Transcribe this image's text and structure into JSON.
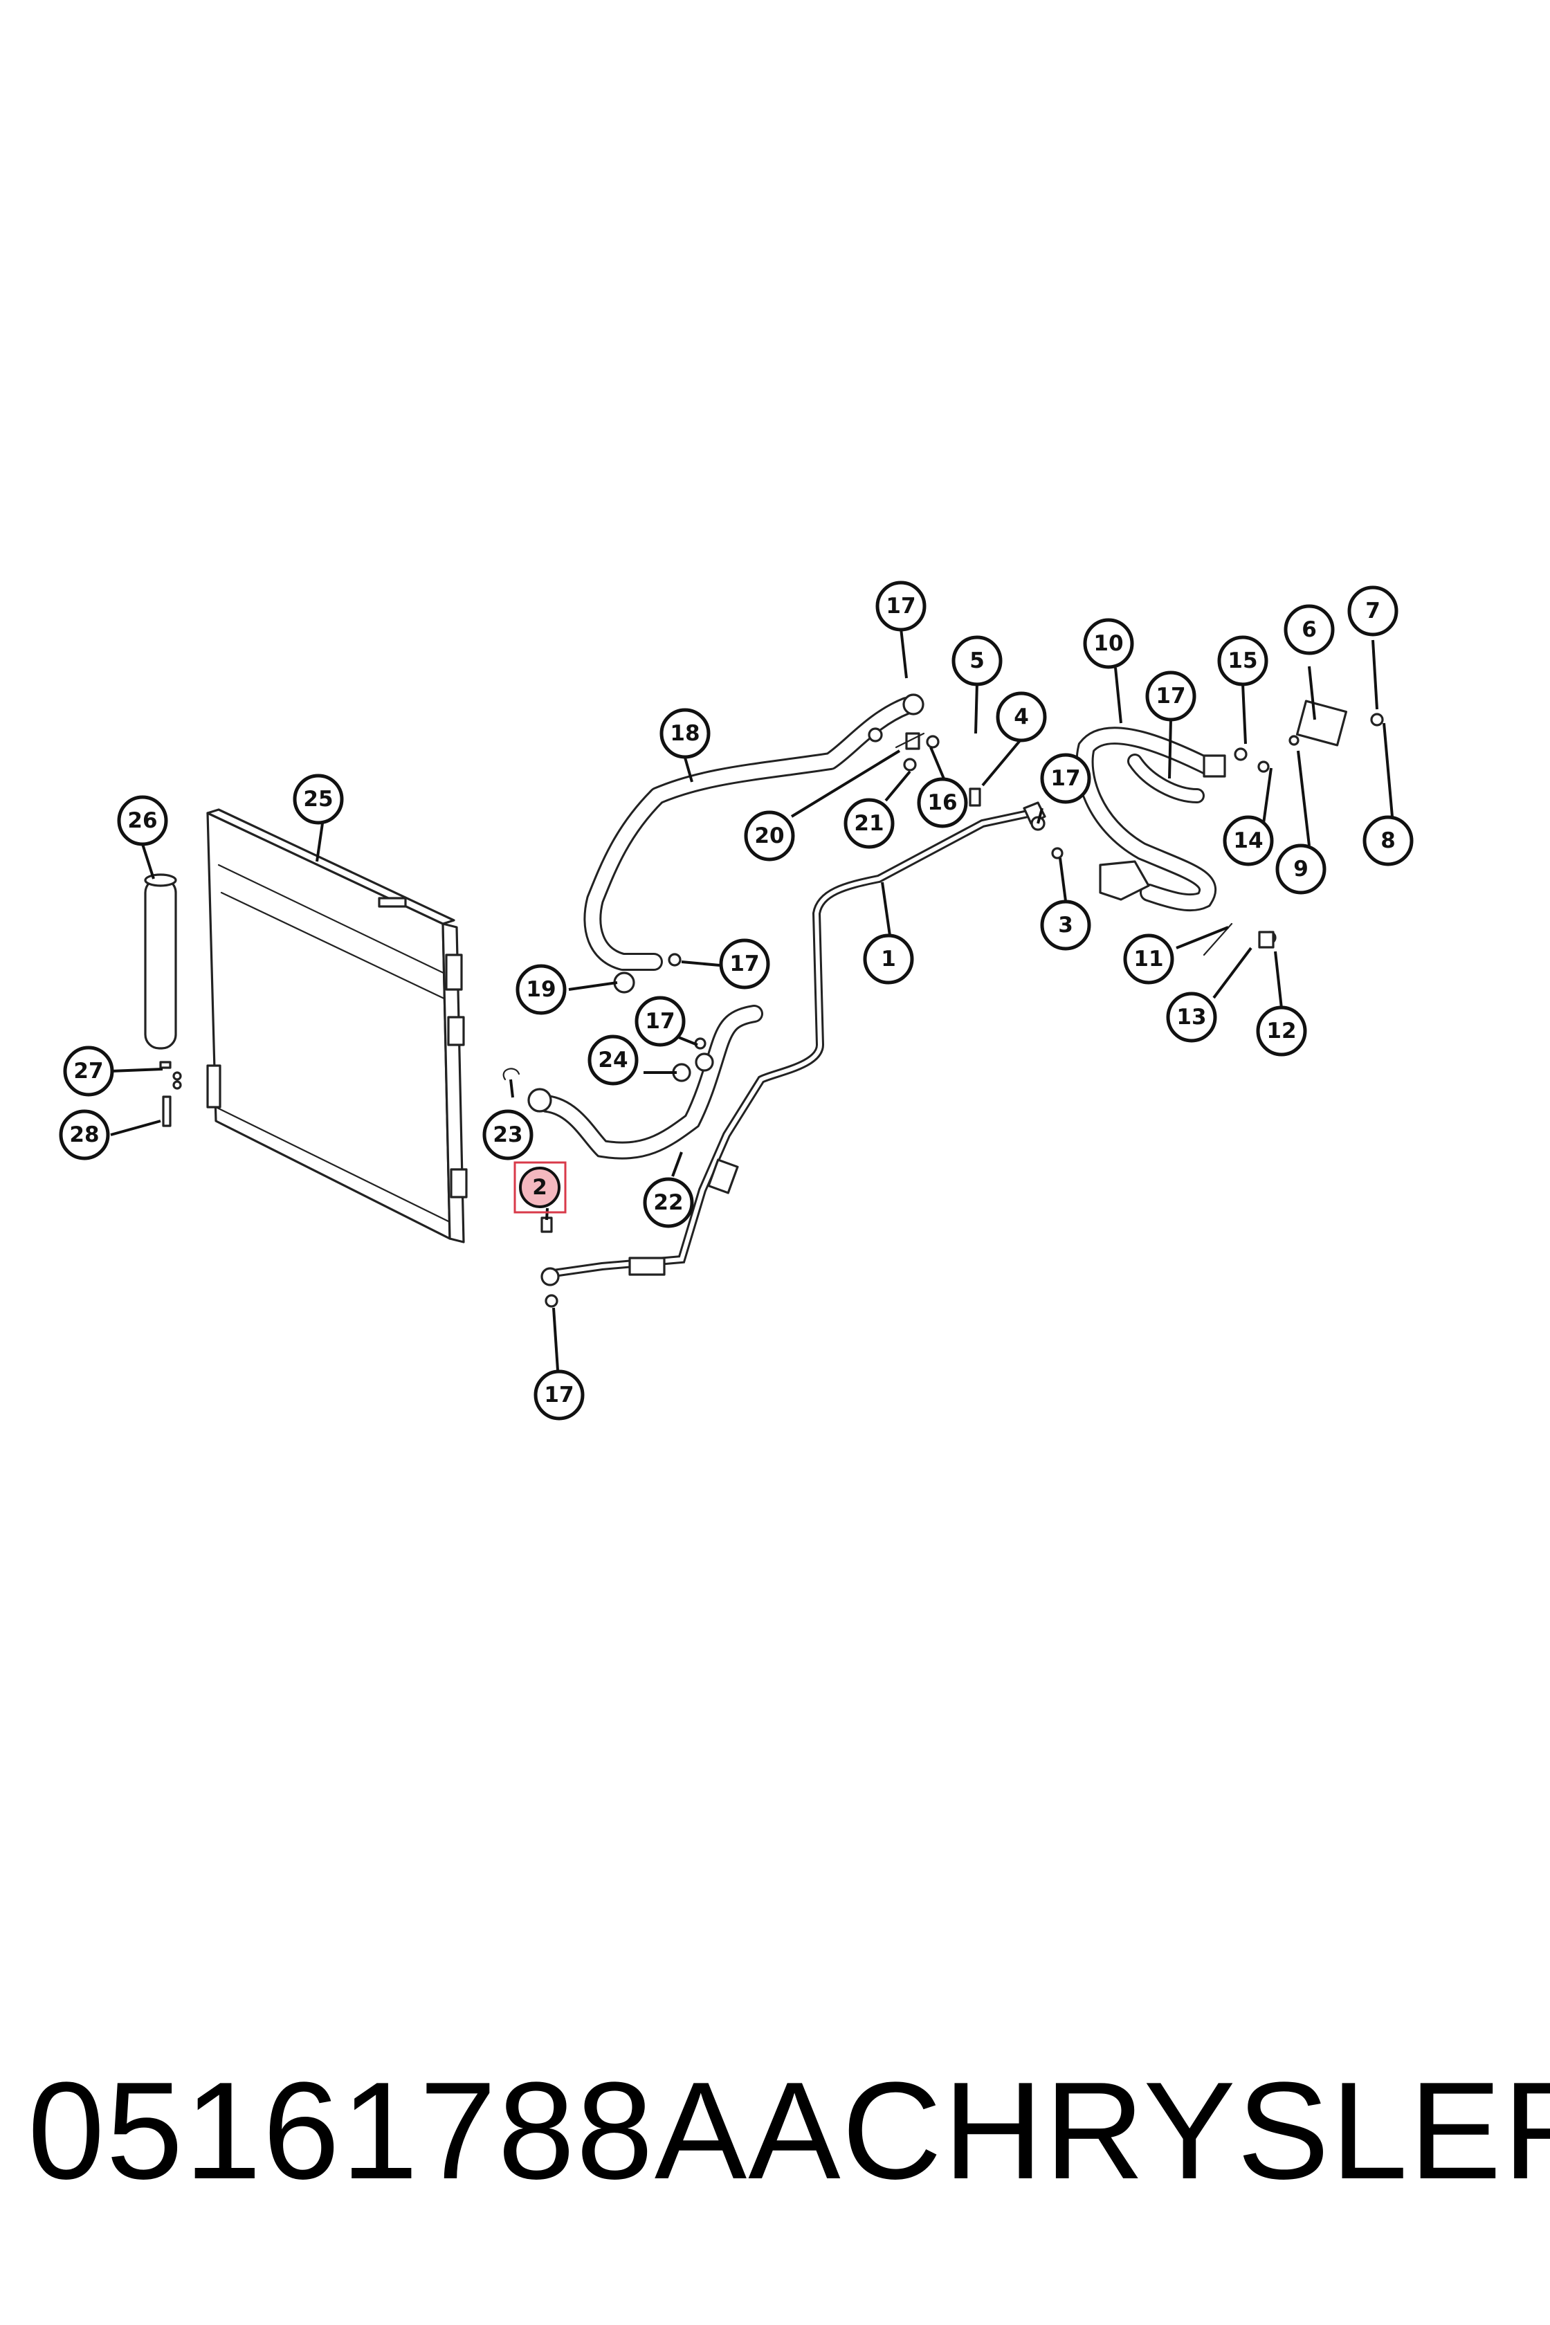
{
  "diagram": {
    "callouts": [
      "17",
      "5",
      "4",
      "10",
      "17",
      "15",
      "6",
      "7",
      "18",
      "20",
      "21",
      "16",
      "17",
      "26",
      "25",
      "3",
      "14",
      "9",
      "8",
      "1",
      "11",
      "19",
      "17",
      "13",
      "12",
      "17",
      "24",
      "27",
      "23",
      "28",
      "2",
      "22",
      "17"
    ],
    "highlighted_callout": "2"
  },
  "caption": {
    "part_number": "05161788AA",
    "brand": "CHRYSLER"
  }
}
